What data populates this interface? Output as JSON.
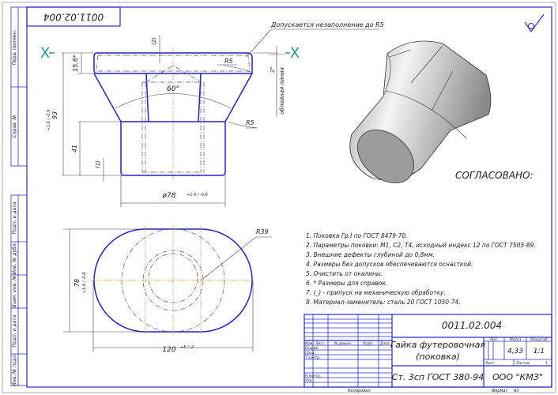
{
  "drawing_number": "0011.02.004",
  "drawing_number_rotated": "0011.02.004",
  "left_strip": [
    "Перв. примен.",
    "Справ. №",
    "Подп. и дата",
    "Инв. № дубл.",
    "Взам. инв. №",
    "Подп. и дата",
    "Инв. № подл."
  ],
  "section_mark": "X",
  "annotations": {
    "fill_note": "Допускается незаполнение до R5",
    "parting_line": "облойная линия",
    "r5_top": "R5",
    "r5_bottom": "R5",
    "angle": "60°",
    "allowance": "(2)",
    "allowance_bottom": "(1)",
    "h_flange": "15,6*",
    "h_total": "93",
    "h_total_tol": "+1,6 / -0,9",
    "h_cyl": "41",
    "draft": "2°",
    "dia": "ø78",
    "dia_tol": "+1,4 / -0,8",
    "r39": "R39",
    "width78": "78",
    "width78_tol": "+1,4 / -0,8",
    "len120": "120",
    "len120_tol": "+5 / -2",
    "agreed": "СОГЛАСОВАНО:"
  },
  "notes": [
    "1. Поковка Гр.I по ГОСТ 8479-70.",
    "2. Параметры поковки: М1, С2, Т4, исходный индекс 12 по ГОСТ 7505-89.",
    "3. Внешние дефекты глубиной до 0,8мм.",
    "4. Размеры без допусков обеспечиваются оснасткой.",
    "5. Очистить от окалины.",
    "6.  * Размеры для справок.",
    "7. (_) - припуск на механическую обработку.",
    "8. Материал-заменитель: сталь 20 ГОСТ 1050-74."
  ],
  "title_block": {
    "designation": "0011.02.004",
    "name_line1": "Гайка футеровочная",
    "name_line2": "(поковка)",
    "material": "Ст. 3сп ГОСТ 380-94",
    "company": "ООО \"КМЗ\"",
    "lit_label": "Лит.",
    "mass_label": "Масса",
    "scale_label": "Масштаб",
    "mass": "4,33",
    "scale": "1:1",
    "sheet_label": "Лист",
    "sheets_label": "Листов",
    "sheets": "1",
    "col_izm": "Изм.",
    "col_list": "Лист",
    "col_doc": "№ докум.",
    "col_sign": "Подп.",
    "col_date": "Дата",
    "row_dev": "Разраб.",
    "row_check": "Пров.",
    "row_tcontrol": "Т.контр.",
    "row_ncontrol": "Н.контр.",
    "row_approve": "Утв.",
    "copied": "Копировал",
    "format_label": "Формат",
    "format": "A3"
  }
}
